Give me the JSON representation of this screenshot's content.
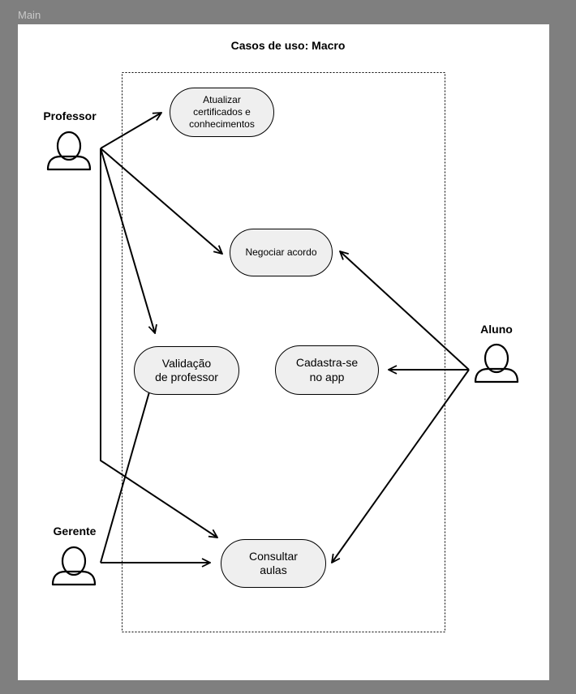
{
  "frame": {
    "label": "Main"
  },
  "diagram": {
    "title": "Casos de uso: Macro",
    "actors": [
      {
        "id": "professor",
        "label": "Professor"
      },
      {
        "id": "gerente",
        "label": "Gerente"
      },
      {
        "id": "aluno",
        "label": "Aluno"
      }
    ],
    "use_cases": [
      {
        "id": "atualizar",
        "label": "Atualizar\ncertificados e\nconhecimentos"
      },
      {
        "id": "negociar",
        "label": "Negociar acordo"
      },
      {
        "id": "validacao",
        "label": "Validação\nde professor"
      },
      {
        "id": "cadastra",
        "label": "Cadastra-se\nno app"
      },
      {
        "id": "consultar",
        "label": "Consultar\naulas"
      }
    ],
    "associations": [
      {
        "from": "professor",
        "to": "atualizar"
      },
      {
        "from": "professor",
        "to": "negociar"
      },
      {
        "from": "professor",
        "to": "validacao"
      },
      {
        "from": "professor",
        "to": "consultar"
      },
      {
        "from": "gerente",
        "to": "validacao"
      },
      {
        "from": "gerente",
        "to": "consultar"
      },
      {
        "from": "aluno",
        "to": "negociar"
      },
      {
        "from": "aluno",
        "to": "cadastra"
      },
      {
        "from": "aluno",
        "to": "consultar"
      }
    ],
    "colors": {
      "background": "#7f7f7f",
      "canvas": "#ffffff",
      "usecase_fill": "#efefef",
      "stroke": "#000000"
    }
  }
}
